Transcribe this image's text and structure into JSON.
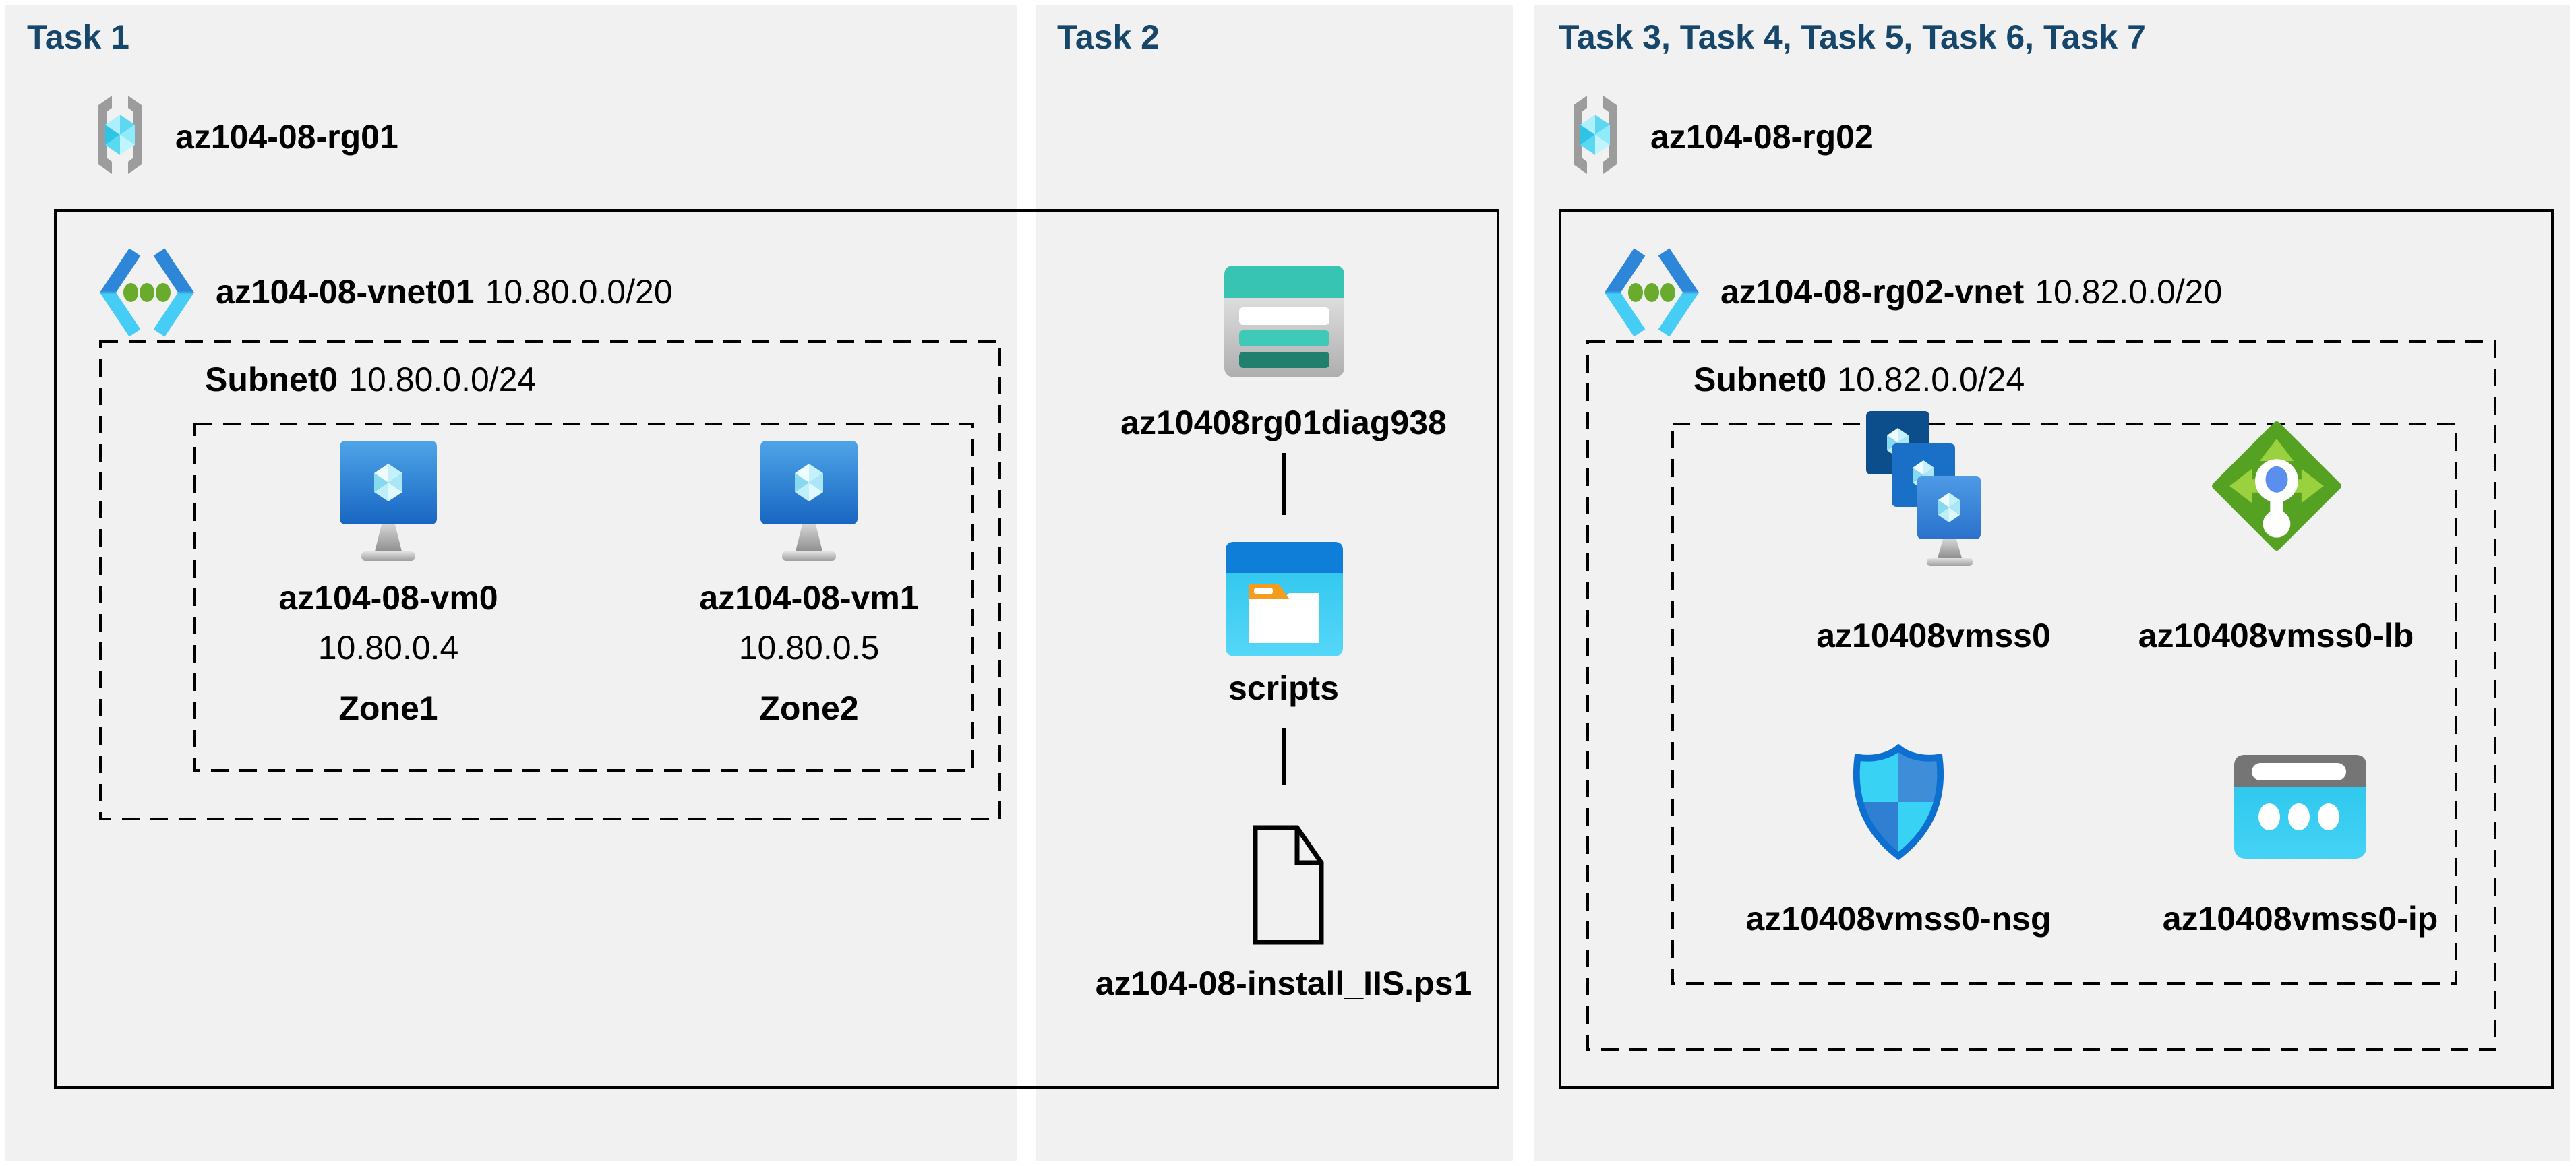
{
  "colors": {
    "canvas_bg": "#ffffff",
    "panel_bg": "#f1f1f2",
    "title": "#17466b",
    "text": "#000000",
    "border": "#000000",
    "vnet_blue": "#2e86d9",
    "vnet_cyan": "#45cdf5",
    "vnet_dot_green": "#68ab2d",
    "vm_blue": "#1766c2",
    "storage_teal": "#38c4b2",
    "blob_blue": "#0e7ed8",
    "folder_orange": "#f59c1f",
    "lb_green": "#55a122",
    "nsg_blue": "#0d6fd0",
    "ip_cyan": "#27c3ea"
  },
  "panels": {
    "task1": {
      "title": "Task 1",
      "resource_group": "az104-08-rg01",
      "vnet": {
        "name": "az104-08-vnet01",
        "cidr": "10.80.0.0/20"
      },
      "subnet": {
        "name": "Subnet0",
        "cidr": "10.80.0.0/24"
      },
      "vm0": {
        "name": "az104-08-vm0",
        "ip": "10.80.0.4",
        "zone": "Zone1"
      },
      "vm1": {
        "name": "az104-08-vm1",
        "ip": "10.80.0.5",
        "zone": "Zone2"
      }
    },
    "task2": {
      "title": "Task 2",
      "storage_account": "az10408rg01diag938",
      "container": "scripts",
      "script_file": "az104-08-install_IIS.ps1"
    },
    "task3": {
      "title": "Task 3, Task 4, Task 5, Task 6, Task 7",
      "resource_group": "az104-08-rg02",
      "vnet": {
        "name": "az104-08-rg02-vnet",
        "cidr": "10.82.0.0/20"
      },
      "subnet": {
        "name": "Subnet0",
        "cidr": "10.82.0.0/24"
      },
      "vmss": "az10408vmss0",
      "load_balancer": "az10408vmss0-lb",
      "nsg": "az10408vmss0-nsg",
      "public_ip": "az10408vmss0-ip"
    }
  }
}
